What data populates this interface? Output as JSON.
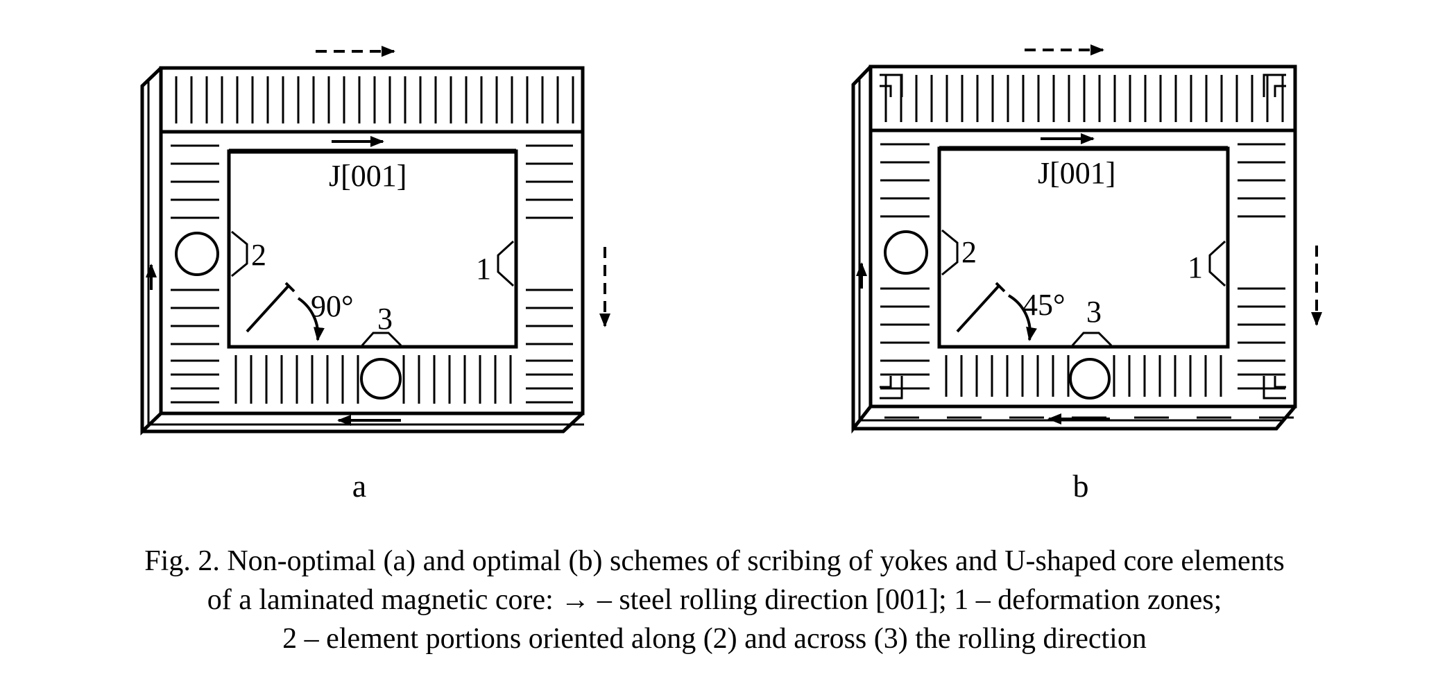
{
  "panels": [
    {
      "label": "a",
      "rolling_direction_label": "J[001]",
      "zone_labels": [
        "1",
        "2",
        "3"
      ],
      "angle_label": "90°",
      "scheme": "non-optimal"
    },
    {
      "label": "b",
      "rolling_direction_label": "J[001]",
      "zone_labels": [
        "1",
        "2",
        "3"
      ],
      "angle_label": "45°",
      "scheme": "optimal"
    }
  ],
  "caption": {
    "line1": "Fig. 2. Non-optimal (a) and optimal (b) schemes of scribing of yokes and U-shaped core elements",
    "line2": "of a laminated magnetic core: → – steel rolling direction [001]; 1 – deformation zones;",
    "line3": "2 – element portions oriented along (2) and across (3) the rolling direction"
  },
  "colors": {
    "ink": "#000000",
    "background": "#ffffff"
  }
}
